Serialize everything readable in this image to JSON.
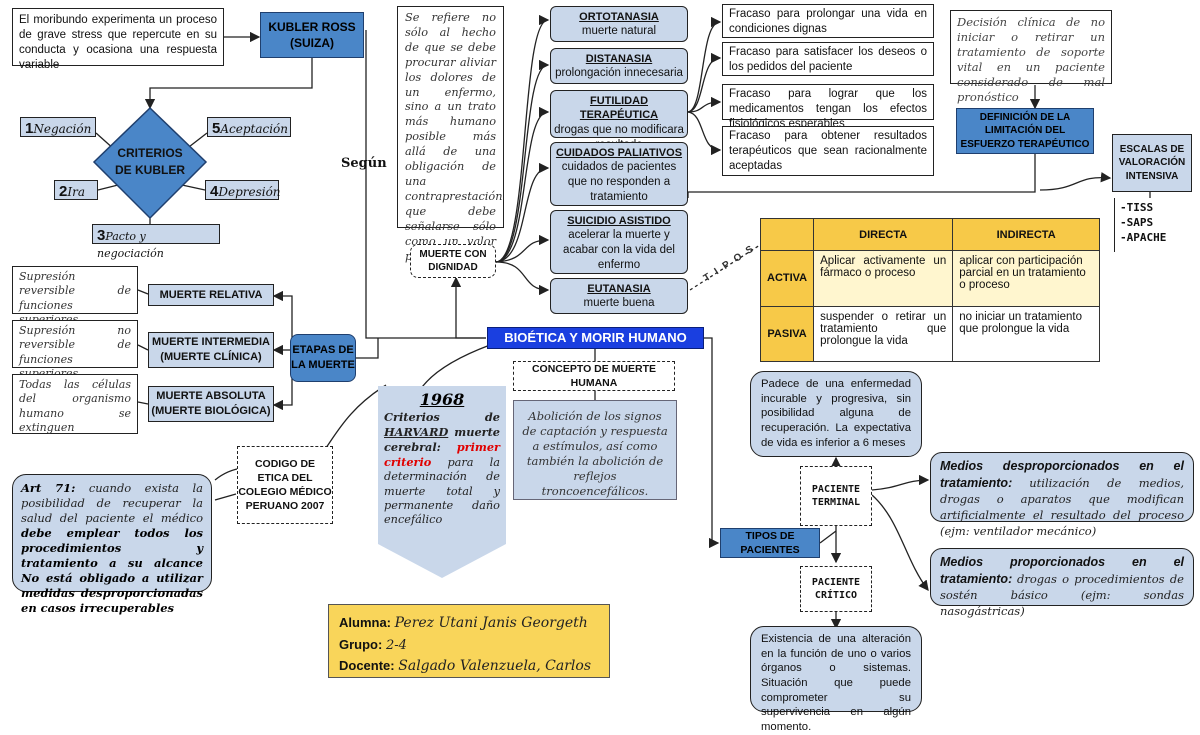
{
  "kubler": {
    "intro": "El moribundo experimenta un proceso de grave stress que repercute en su conducta y ocasiona una respuesta variable",
    "title_line1": "KUBLER ROSS",
    "title_line2": "(SUIZA)",
    "criteria_line1": "CRITERIOS",
    "criteria_line2": "DE KUBLER",
    "stages": [
      {
        "num": "1",
        "label": "Negación"
      },
      {
        "num": "5",
        "label": "Aceptación"
      },
      {
        "num": "2",
        "label": "Ira"
      },
      {
        "num": "4",
        "label": "Depresión"
      },
      {
        "num": "3",
        "label": "Pacto y negociación"
      }
    ]
  },
  "stages_of_death": {
    "title": "ETAPAS DE LA MUERTE",
    "items": [
      {
        "desc": "Supresión reversible de funciones superiores",
        "label": "MUERTE RELATIVA"
      },
      {
        "desc": "Supresión no reversible de funciones superiores",
        "label": "MUERTE INTERMEDIA (MUERTE CLÍNICA)"
      },
      {
        "desc": "Todas las células del organismo humano se extinguen",
        "label": "MUERTE ABSOLUTA (MUERTE BIOLÓGICA)"
      }
    ]
  },
  "segun": "Según",
  "dignidad": {
    "note": "Se refiere no sólo al hecho de que se debe procurar aliviar los dolores de un enfermo, sino a un trato más humano posible más allá de una obligación de una contraprestación que debe señalarse sólo como un valor profesional",
    "label": "MUERTE CON DIGNIDAD"
  },
  "types": [
    {
      "title": "ORTOTANASIA",
      "desc": "muerte natural"
    },
    {
      "title": "DISTANASIA",
      "desc": "prolongación innecesaria"
    },
    {
      "title": "FUTILIDAD TERAPÉUTICA",
      "desc": "drogas que no modificara resultado"
    },
    {
      "title": "CUIDADOS PALIATIVOS",
      "desc": "cuidados de pacientes que no responden a tratamiento"
    },
    {
      "title": "SUICIDIO ASISTIDO",
      "desc": "acelerar la muerte y acabar con la vida del enfermo"
    },
    {
      "title": "EUTANASIA",
      "desc": "muerte buena"
    }
  ],
  "failures": [
    "Fracaso para prolongar una vida en condiciones dignas",
    "Fracaso para satisfacer los deseos o los pedidos del paciente",
    "Fracaso para lograr que los medicamentos tengan los efectos fisiológicos esperables",
    "Fracaso para obtener resultados terapéuticos que sean racionalmente aceptadas"
  ],
  "limitation": {
    "note": "Decisión clínica de no iniciar o retirar un tratamiento de soporte vital en un paciente considerado de mal pronóstico",
    "title": "DEFINICIÓN DE LA LIMITACIÓN DEL ESFUERZO TERAPÉUTICO"
  },
  "scales": {
    "title": "ESCALAS DE VALORACIÓN INTENSIVA",
    "items": [
      "-TISS",
      "-SAPS",
      "-APACHE"
    ]
  },
  "tipos_label": "T I P O S",
  "matrix": {
    "col1": "DIRECTA",
    "col2": "INDIRECTA",
    "rows": [
      {
        "label": "ACTIVA",
        "directa": "Aplicar activamente un fármaco o proceso",
        "indirecta": "aplicar con participación parcial en un tratamiento o proceso"
      },
      {
        "label": "PASIVA",
        "directa": "suspender o retirar un tratamiento que prolongue la vida",
        "indirecta": "no iniciar un tratamiento que prolongue la vida"
      }
    ]
  },
  "main_title": "BIOÉTICA Y MORIR HUMANO",
  "concept": {
    "title": "CONCEPTO DE MUERTE HUMANA",
    "desc": "Abolición de los signos de captación y respuesta a estímulos, así como también la abolición de reflejos troncoencefálicos."
  },
  "harvard": {
    "year": "1968",
    "t1": "Criterios de",
    "t2": "HARVARD",
    "t3": "muerte cerebral:",
    "t4": "primer criterio",
    "t5": "para la determinación de muerte total y permanente daño encefálico"
  },
  "codigo": "CODIGO DE ETICA DEL COLEGIO MÉDICO PERUANO 2007",
  "art71": {
    "lead": "Art 71:",
    "text1": "cuando exista la posibilidad de recuperar la salud del paciente el médico",
    "text2": "debe emplear todos los procedimientos y tratamiento a su alcance No está obligado a utilizar medidas desproporcionadas en casos irrecuperables"
  },
  "student": {
    "alumna_label": "Alumna:",
    "alumna": "Perez Utani Janis Georgeth",
    "grupo_label": "Grupo:",
    "grupo": "2-4",
    "docente_label": "Docente:",
    "docente": "Salgado Valenzuela, Carlos"
  },
  "patients": {
    "title": "TIPOS DE PACIENTES",
    "terminal_desc": "Padece de una enfermedad incurable y progresiva, sin posibilidad alguna de recuperación. La expectativa de vida es inferior a 6 meses",
    "terminal_label": "PACIENTE TERMINAL",
    "critico_label": "PACIENTE CRÍTICO",
    "critico_desc": "Existencia de una alteración en la función de uno o varios órganos o sistemas. Situación que puede comprometer su supervivencia en algún momento.",
    "desprop_title": "Medios desproporcionados en el tratamiento:",
    "desprop_desc": "utilización de medios, drogas o aparatos que modifican artificialmente el resultado del proceso (ejm: ventilador mecánico)",
    "prop_title": "Medios proporcionados en el tratamiento:",
    "prop_desc": "drogas o procedimientos de sostén básico (ejm: sondas nasogástricas)"
  }
}
